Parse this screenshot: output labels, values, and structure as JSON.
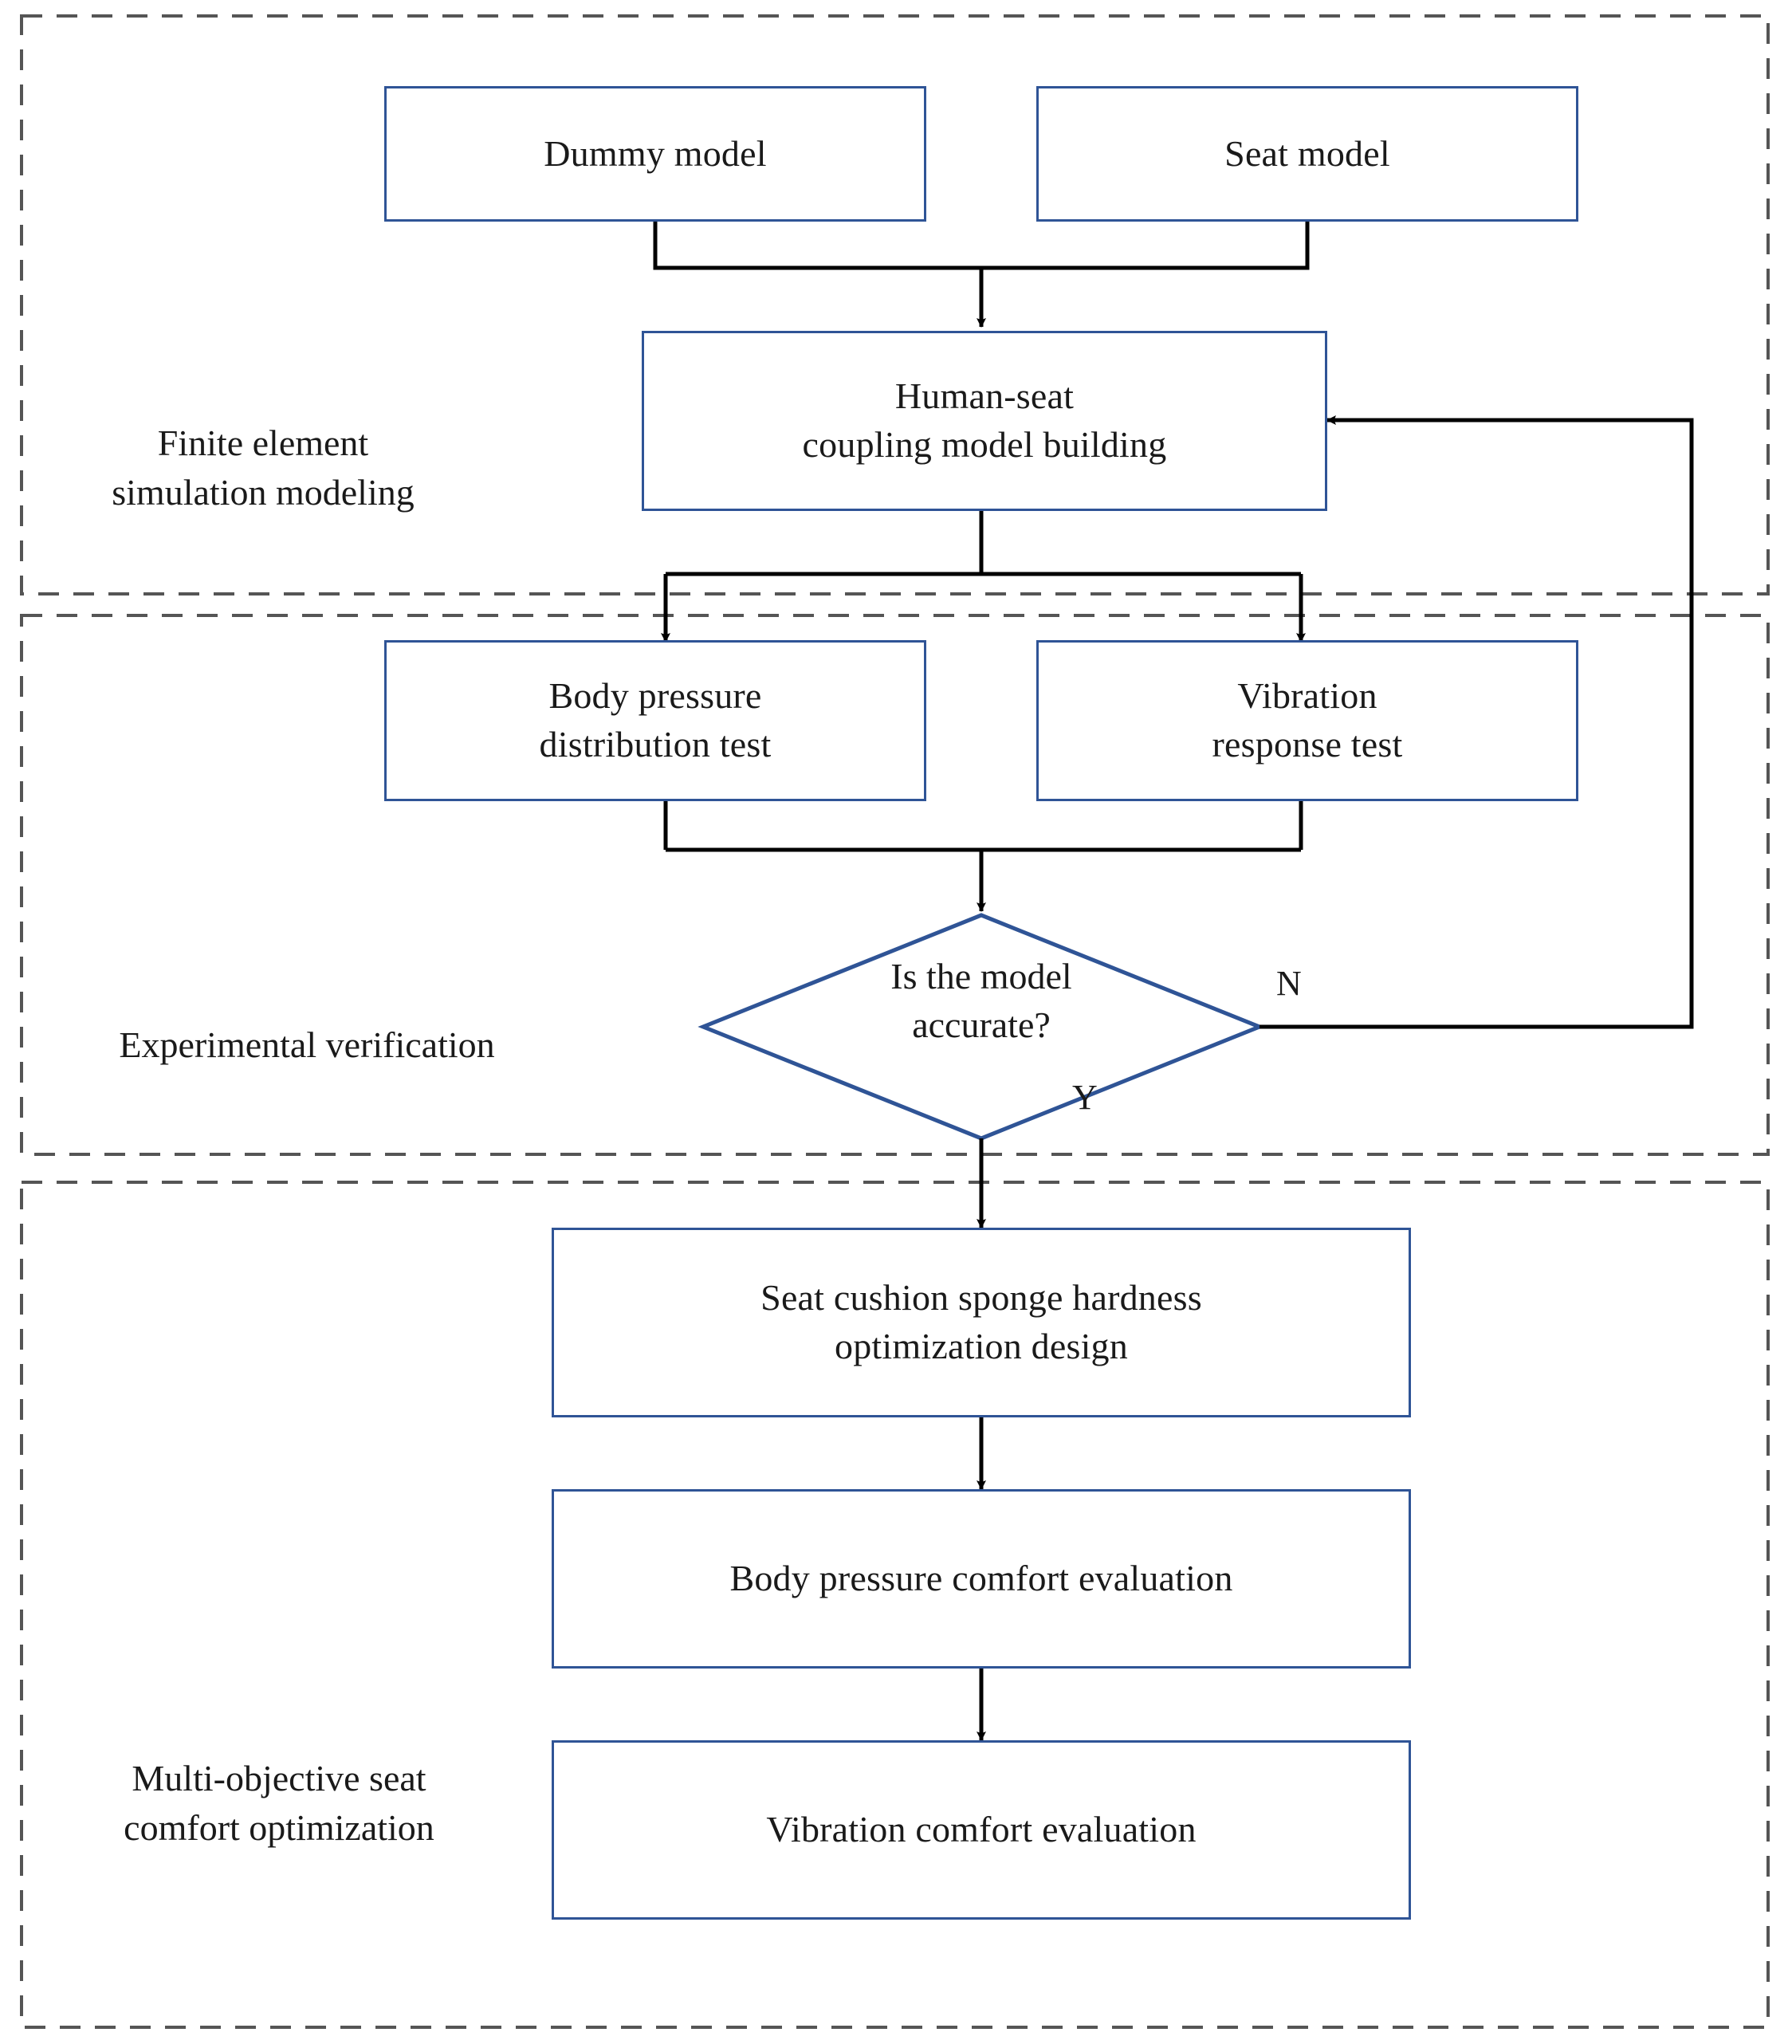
{
  "diagram": {
    "title": "Seat comfort optimization research flowchart",
    "colors": {
      "node_border": "#2F5496",
      "connector": "#000000",
      "region_border": "#555555",
      "background": "#FFFFFF",
      "text": "#1A1A1A"
    },
    "regions": [
      {
        "id": "region-finite-element",
        "label": "Finite element\nsimulation modeling"
      },
      {
        "id": "region-experimental",
        "label": "Experimental verification"
      },
      {
        "id": "region-optimization",
        "label": "Multi-objective seat\ncomfort optimization"
      }
    ],
    "nodes": [
      {
        "id": "dummy-model",
        "label": "Dummy model",
        "shape": "rectangle"
      },
      {
        "id": "seat-model",
        "label": "Seat model",
        "shape": "rectangle"
      },
      {
        "id": "human-seat-coupling",
        "label": "Human-seat\ncoupling model building",
        "shape": "rectangle"
      },
      {
        "id": "body-pressure-distribution-test",
        "label": "Body pressure\ndistribution test",
        "shape": "rectangle"
      },
      {
        "id": "vibration-response-test",
        "label": "Vibration\nresponse test",
        "shape": "rectangle"
      },
      {
        "id": "model-accurate-decision",
        "label": "Is the model\naccurate?",
        "shape": "diamond"
      },
      {
        "id": "sponge-hardness-optimization",
        "label": "Seat cushion sponge hardness\noptimization design",
        "shape": "rectangle"
      },
      {
        "id": "body-pressure-comfort-evaluation",
        "label": "Body pressure comfort evaluation",
        "shape": "rectangle"
      },
      {
        "id": "vibration-comfort-evaluation",
        "label": "Vibration comfort evaluation",
        "shape": "rectangle"
      }
    ],
    "edge_labels": {
      "no": "N",
      "yes": "Y"
    },
    "edges": [
      {
        "from": "dummy-model",
        "to": "human-seat-coupling",
        "label": ""
      },
      {
        "from": "seat-model",
        "to": "human-seat-coupling",
        "label": ""
      },
      {
        "from": "human-seat-coupling",
        "to": "body-pressure-distribution-test",
        "label": ""
      },
      {
        "from": "human-seat-coupling",
        "to": "vibration-response-test",
        "label": ""
      },
      {
        "from": "body-pressure-distribution-test",
        "to": "model-accurate-decision",
        "label": ""
      },
      {
        "from": "vibration-response-test",
        "to": "model-accurate-decision",
        "label": ""
      },
      {
        "from": "model-accurate-decision",
        "to": "human-seat-coupling",
        "label": "N"
      },
      {
        "from": "model-accurate-decision",
        "to": "sponge-hardness-optimization",
        "label": "Y"
      },
      {
        "from": "sponge-hardness-optimization",
        "to": "body-pressure-comfort-evaluation",
        "label": ""
      },
      {
        "from": "body-pressure-comfort-evaluation",
        "to": "vibration-comfort-evaluation",
        "label": ""
      }
    ]
  }
}
